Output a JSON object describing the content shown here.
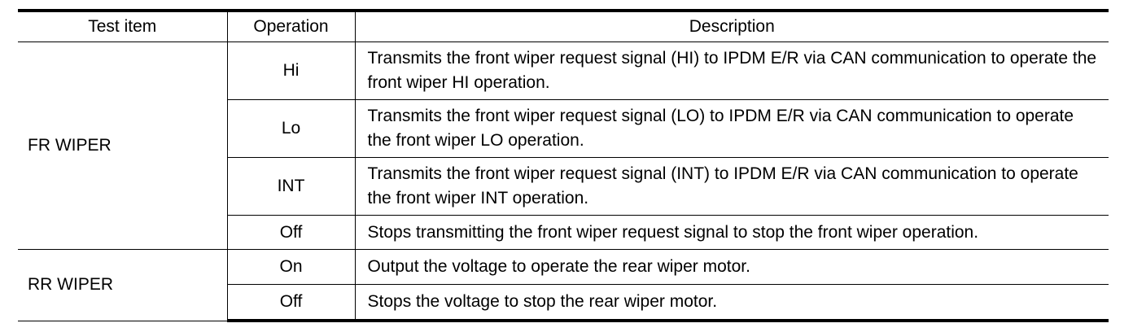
{
  "table": {
    "headers": {
      "test_item": "Test item",
      "operation": "Operation",
      "description": "Description"
    },
    "groups": [
      {
        "test_item": "FR WIPER",
        "rows": [
          {
            "operation": "Hi",
            "description": "Transmits the front wiper request signal (HI) to IPDM E/R via CAN communication to operate the front wiper HI operation."
          },
          {
            "operation": "Lo",
            "description": "Transmits the front wiper request signal (LO) to IPDM E/R via CAN communication to operate the front wiper LO operation."
          },
          {
            "operation": "INT",
            "description": "Transmits the front wiper request signal (INT) to IPDM E/R via CAN communication to operate the front wiper INT operation."
          },
          {
            "operation": "Off",
            "description": "Stops transmitting the front wiper request signal to stop the front wiper operation."
          }
        ]
      },
      {
        "test_item": "RR WIPER",
        "rows": [
          {
            "operation": "On",
            "description": "Output the voltage to operate the rear wiper motor."
          },
          {
            "operation": "Off",
            "description": "Stops the voltage to stop the rear wiper motor."
          }
        ]
      }
    ]
  }
}
